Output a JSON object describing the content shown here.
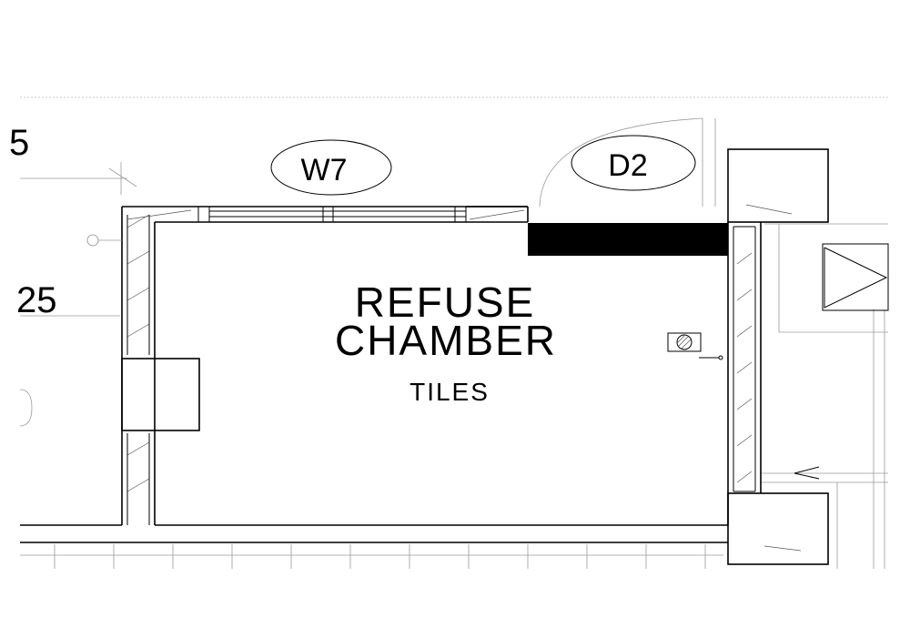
{
  "room": {
    "name_line1": "REFUSE",
    "name_line2": "CHAMBER",
    "finish": "TILES"
  },
  "tags": {
    "window": "W7",
    "door": "D2"
  },
  "edge_labels": {
    "partial_number": "25",
    "partial_digit": "5"
  }
}
